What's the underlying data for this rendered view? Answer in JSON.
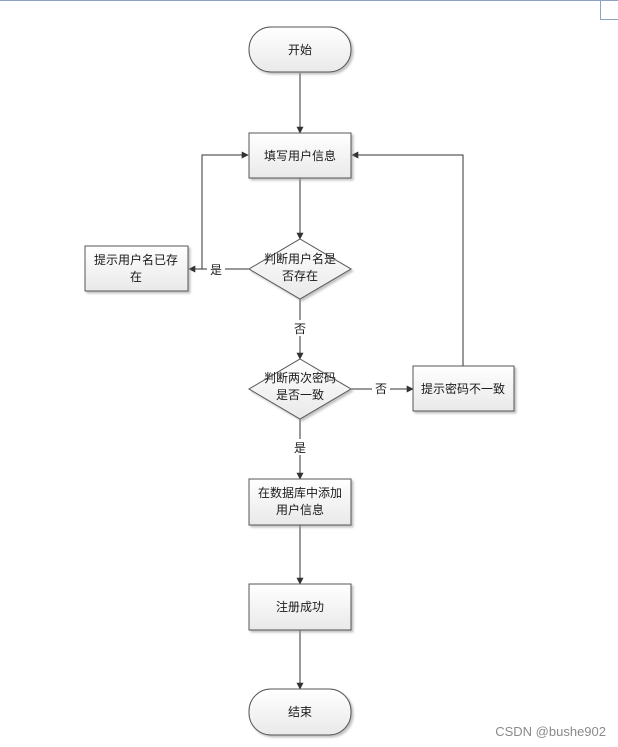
{
  "diagram": {
    "nodes": {
      "start": {
        "lines": [
          "开始"
        ]
      },
      "fill_info": {
        "lines": [
          "填写用户信息"
        ]
      },
      "check_name": {
        "lines": [
          "判断用户名是",
          "否存在"
        ]
      },
      "name_exists": {
        "lines": [
          "提示用户名已存",
          "在"
        ]
      },
      "check_pwd": {
        "lines": [
          "判断两次密码",
          "是否一致"
        ]
      },
      "pwd_mismatch": {
        "lines": [
          "提示密码不一致"
        ]
      },
      "add_user": {
        "lines": [
          "在数据库中添加",
          "用户信息"
        ]
      },
      "success": {
        "lines": [
          "注册成功"
        ]
      },
      "end": {
        "lines": [
          "结束"
        ]
      }
    },
    "edge_labels": {
      "name_yes": "是",
      "name_no": "否",
      "pwd_no": "否",
      "pwd_yes": "是"
    }
  },
  "watermark": "CSDN @bushe902"
}
